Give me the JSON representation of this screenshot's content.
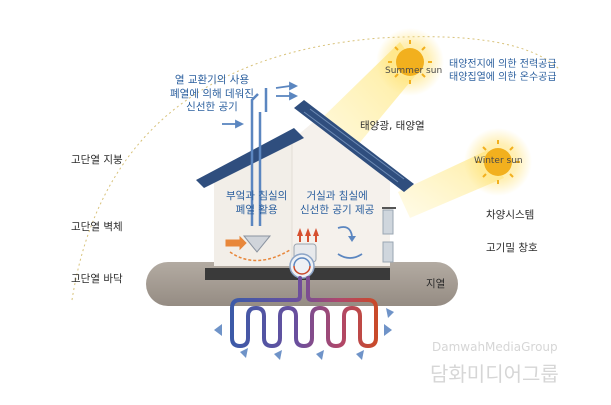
{
  "labels": {
    "roof": "고단열 지붕",
    "wall": "고단열 벽체",
    "floor": "고단열 바닥",
    "ground": "지열",
    "solar": "태양광, 태양열",
    "summer_sun": "Summer sun",
    "winter_sun": "Winter sun",
    "solar_power": [
      "태양전지에 의한 전력공급",
      "태양집열에 의한 온수공급"
    ],
    "heat_exchanger": [
      "열 교환기의 사용",
      "폐열에 의해 데워진",
      "신선한 공기"
    ],
    "waste_heat": [
      "부엌과 침실의",
      "폐열 활용"
    ],
    "fresh_air": [
      "거실과 침실에",
      "신선한 공기 제공"
    ],
    "shading": "차양시스템",
    "windows": "고기밀 창호"
  },
  "watermark": {
    "latin": "DamwahMediaGroup",
    "korean": "담화미디어그룹"
  },
  "colors": {
    "roof_blue": "#2f4e7e",
    "accent_blue": "#2b5f9e",
    "sun": "#f2b01e",
    "ground": "#a49b91",
    "pipe_red": "#c94a2a",
    "pipe_blue": "#3c5aa8",
    "air_orange": "#e8873a"
  }
}
